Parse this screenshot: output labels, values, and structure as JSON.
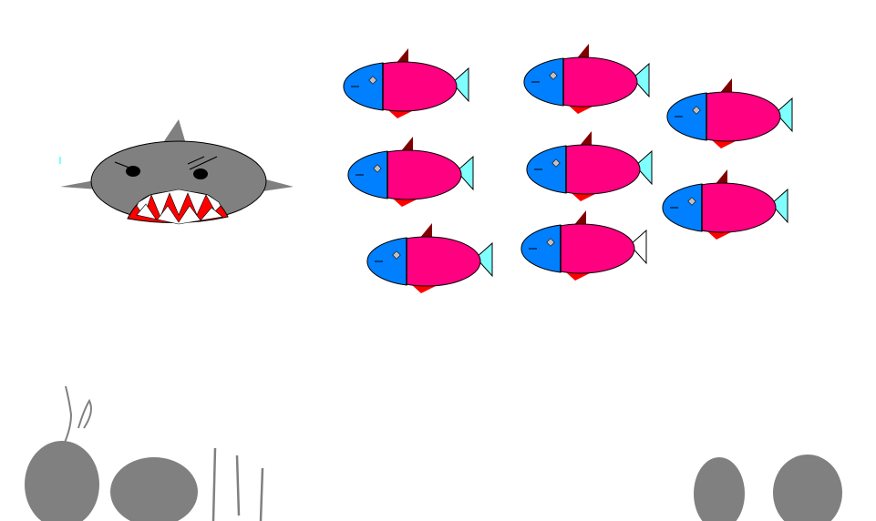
{
  "scene": {
    "background": "#ffffff"
  },
  "colors": {
    "shark_body": "#808080",
    "shark_fin": "#808080",
    "shark_mouth_red": "#ff0000",
    "shark_teeth": "#ffffff",
    "shark_eye": "#000000",
    "fish_body": "#ff0080",
    "fish_head": "#0080ff",
    "fish_fin_top": "#800000",
    "fish_fin_bottom": "#ff0000",
    "fish_tail": "#80ffff",
    "fish_tail_alt": "#ffffff",
    "fish_eye": "#c0c0c0",
    "seabed_rock": "#808080",
    "seaweed": "#808080"
  },
  "sprites": {
    "player": {
      "type": "shark",
      "icon": "shark-sprite"
    },
    "enemies": [
      {
        "type": "fish",
        "tail": "cyan"
      },
      {
        "type": "fish",
        "tail": "cyan"
      },
      {
        "type": "fish",
        "tail": "cyan"
      },
      {
        "type": "fish",
        "tail": "cyan"
      },
      {
        "type": "fish",
        "tail": "cyan"
      },
      {
        "type": "fish",
        "tail": "cyan"
      },
      {
        "type": "fish",
        "tail": "cyan"
      },
      {
        "type": "fish",
        "tail": "white"
      }
    ],
    "decorations": [
      "rock",
      "rock",
      "rock",
      "rock",
      "seaweed",
      "seaweed"
    ]
  }
}
